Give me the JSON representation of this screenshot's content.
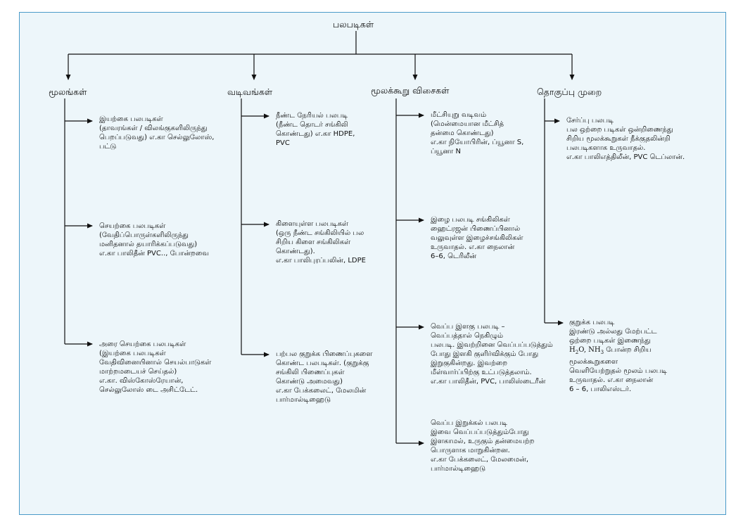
{
  "root": "பலபடிகள்",
  "categories": {
    "sources": "மூலங்கள்",
    "shapes": "வடிவங்கள்",
    "forces": "மூலக்கூறு விசைகள்",
    "synthesis": "தொகுப்பு முறை"
  },
  "sources_items": [
    [
      "இயற்கை பலபடிகள்",
      "(தாவரங்கள் / விலங்குகளிலிருந்து",
      "பெறப்படுவது) எ.கா செல்லுலோஸ்,",
      "பட்டு"
    ],
    [
      "செயற்கை பலபடிகள்",
      "(வேதிப்பொருள்களிலிருந்து",
      "மனிதனால் தயாரிக்கப்படுவது)",
      "எ.கா பாலிதீன் PVC.., போன்றவை"
    ],
    [
      "அரை செயற்கை பலபடிகள்",
      "(இயற்கை பலபடிகள்",
      "வேதிவினையினால் செயல்பாடுகள்",
      "மாற்றமடையச் செய்தல்)",
      "எ.கா. விஸ்கோஸ்ரேயான்,",
      "செல்லுலோஸ் டை அசிட்டேட்."
    ]
  ],
  "shapes_items": [
    [
      "நீண்ட நேரியல் பலபடி",
      "(நீண்ட தொடர் சங்கிலி",
      "கொண்டது) எ.கா HDPE,",
      "PVC"
    ],
    [
      "கிளையுள்ள பலபடிகள்",
      "(ஒரு நீண்ட சங்கிலியில் பல",
      "சிறிய கிளை சங்கிலிகள்",
      "கொண்டது).",
      "எ.கா பாலிபுரப்பலின், LDPE"
    ],
    [
      "பற்பல குறுக்க பிணைப்புகளை",
      "கொண்ட பலபடிகள். (குறுக்கு",
      "சங்கிலி பிணைப்புகள்",
      "கொண்டு அமைவது)",
      "எ.கா பேக்கலைட், மேலமின்",
      "பார்மால்டிஹைடு"
    ]
  ],
  "forces_items": [
    [
      "மீட்சியுறு வடிவம்",
      "(மென்மையான மீட்சித்",
      "தன்மை கொண்டது)",
      "எ.கா நியோபிரின், ப்யூனா S,",
      "ப்யூனா N"
    ],
    [
      "இழை பலபடி சங்கிலிகள்",
      "ஹைட்ரஜன் பிணைப்பினால்",
      "வலுவுள்ள இழைச்சங்கிலிகள்",
      "உருவாதல்.  எ.கா நைலான்",
      "6–6, டெரிலீன்"
    ],
    [
      "வெப்ப இளகு பலபடி –",
      "வெப்பத்தால் நெகிழும்",
      "பலபடி. இவற்றினை வெப்பப்படுத்தும்",
      "போது இளகி குளிர்விக்கும் போது",
      "இறுகுகின்றது. இவற்றை",
      "மீள்வார்ப்பிற்கு உட்படுத்தலாம்.",
      "எ.கா பாலிதீன், PVC, பாலிஸ்டைரீன்"
    ],
    [
      "வெப்ப இறுக்கல் பலபடி",
      "இவை வெப்பப்படுத்தும்போது",
      "இளகாமல், உருகும் தன்மையற்ற",
      "பொருளாக மாறுகின்றன.",
      "எ.கா பேக்கலைட், மேலமைன்,",
      "பார்மால்டிஹைடு"
    ]
  ],
  "synthesis_items": [
    [
      "சேர்ப்பு பலபடி",
      "பல ஒற்றை படிகள் ஒன்றிணைந்து",
      "சிறிய மூலக்கூறுகள் நீக்குதலின்றி",
      "பலபடிகளாக உருவாதல்.",
      "எ.கா பாலிஎத்திலீன், PVC டெப்லான்."
    ],
    {
      "l1": "குறுக்க பலபடி",
      "l2": "இரண்டு அல்லது மேற்பட்ட",
      "l3": "ஒற்றை படிகள் இணைந்து",
      "l4_a": "H",
      "l4_a_sub": "2",
      "l4_b": "O, NH",
      "l4_b_sub": "3",
      "l4_c": " போன்ற சிறிய",
      "l5": "மூலக்கூறுகளை",
      "l6": "வெளியேற்றுதல் மூலம் பலபடி",
      "l7": "உருவாதல். எ.கா நைலான்",
      "l8": "6 – 6, பாலிஎஸ்டர்."
    }
  ],
  "colors": {
    "panel_bg": "#edf6fa",
    "panel_border": "#4a9ac8",
    "line": "#111111"
  }
}
